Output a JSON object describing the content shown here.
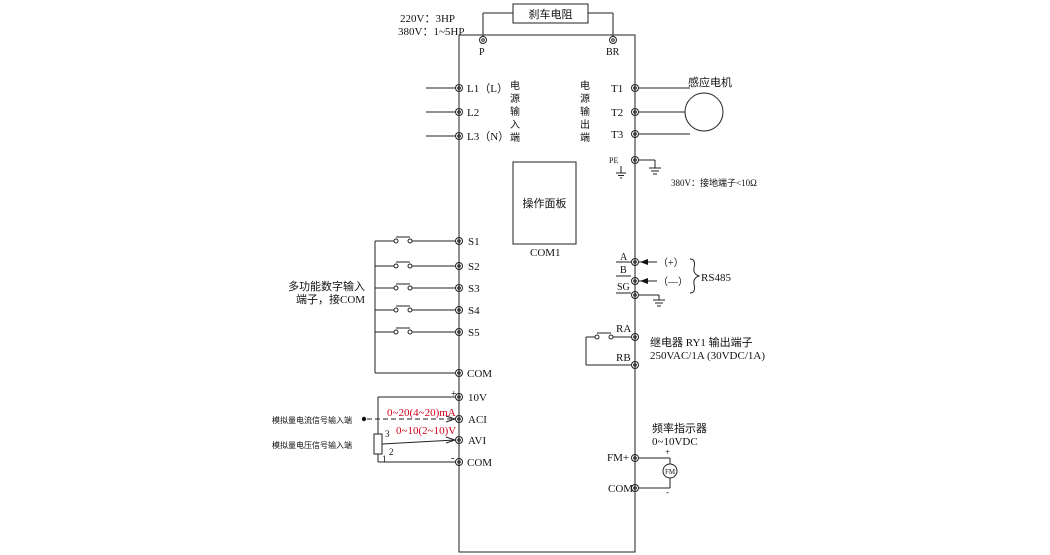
{
  "header": {
    "power_220": "220V：3HP",
    "power_380": "380V：1~5HP",
    "brake_resistor": "刹车电阻",
    "terminal_p": "P",
    "terminal_br": "BR"
  },
  "power_input": {
    "l1": "L1（L）",
    "l2": "L2",
    "l3": "L3（N）",
    "label_chars": [
      "电",
      "源",
      "输",
      "入",
      "端"
    ]
  },
  "power_output": {
    "t1": "T1",
    "t2": "T2",
    "t3": "T3",
    "label_chars": [
      "电",
      "源",
      "输",
      "出",
      "端"
    ],
    "motor_label": "感应电机",
    "pe": "PE",
    "ground_note": "380V：接地端子<10Ω"
  },
  "panel": {
    "label": "操作面板",
    "com1": "COM1"
  },
  "digital_inputs": {
    "group_label_line1": "多功能数字输入",
    "group_label_line2": "端子，接COM",
    "s1": "S1",
    "s2": "S2",
    "s3": "S3",
    "s4": "S4",
    "s5": "S5",
    "com": "COM"
  },
  "analog": {
    "v10": "10V",
    "aci": "ACI",
    "avi": "AVI",
    "com": "COM",
    "plus": "+",
    "minus": "-",
    "current_range": "0~20(4~20)mA",
    "voltage_range": "0~10(2~10)V",
    "current_input_label": "模拟量电流信号输入端",
    "voltage_input_label": "模拟量电压信号输入端",
    "pot_pin1": "1",
    "pot_pin2": "2",
    "pot_pin3": "3"
  },
  "rs485": {
    "a": "A",
    "b": "B",
    "sg": "SG",
    "plus": "（+）",
    "minus": "（—）",
    "label": "RS485"
  },
  "relay": {
    "ra": "RA",
    "rb": "RB",
    "label_line1": "继电器 RY1 输出端子",
    "label_line2": "250VAC/1A (30VDC/1A)"
  },
  "freq_meter": {
    "label_line1": "频率指示器",
    "label_line2": "0~10VDC",
    "fm_plus": "FM+",
    "com": "COM",
    "meter": "FM",
    "plus": "+",
    "minus": "-"
  },
  "colors": {
    "accent_red": "#d0021b",
    "line": "#222222"
  }
}
